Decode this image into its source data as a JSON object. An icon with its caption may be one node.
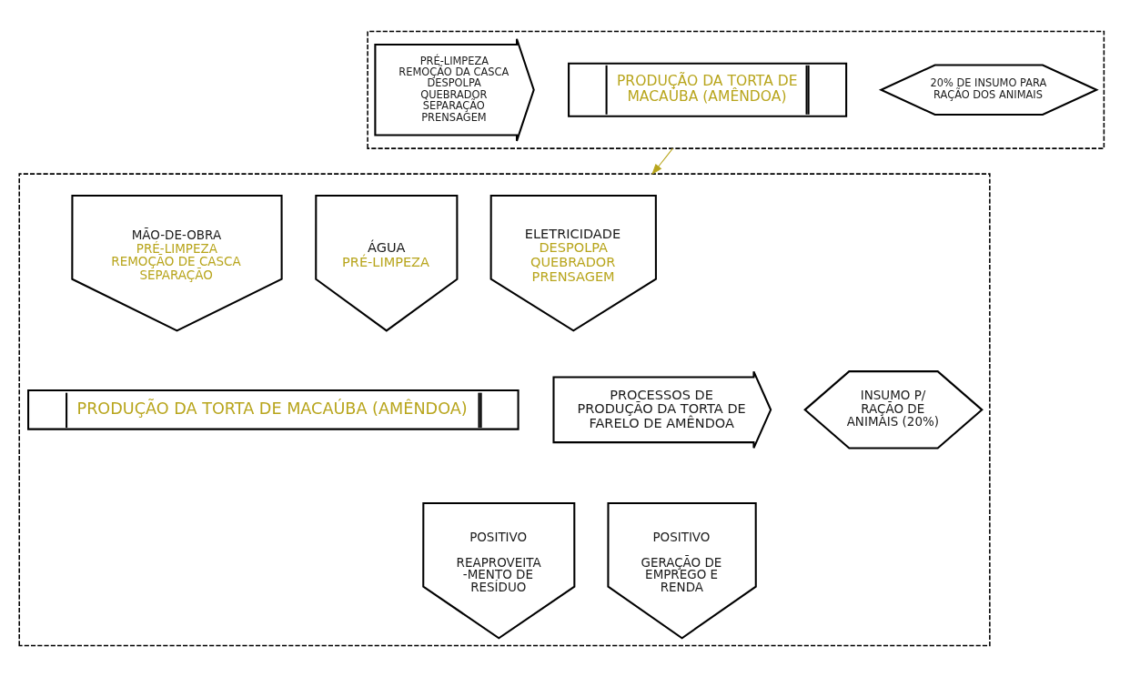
{
  "diagram": {
    "nodes": [
      {
        "text": [],
        "shape": "box"
      },
      {
        "text": [
          "PRÉ-LIMPEZA",
          "REMOÇÃO DA CASCA",
          "DESPOLPA",
          "QUEBRADOR",
          "SEPARAÇÃO",
          "PRENSAGEM"
        ],
        "in": 0
      },
      {
        "text": [
          "PRODUÇÃO DA TORTA DE MACAÚBA (AMÊNDOA)"
        ],
        "in": 0
      },
      {
        "text": [
          "20% DE INSUMO PARA RAÇÃO DOS ANIMAIS"
        ],
        "in": 0
      },
      {
        "text": [],
        "shape": "box"
      },
      {
        "text": [
          "ELETRICIDADE",
          "DESPOLPA QUEBRADOR PRENSAGEM"
        ],
        "in": 4
      },
      {
        "text": [
          "MÃO-DE-OBRA",
          "PRÉ-LIMPEZA REMOÇÃO DE CASCA SEPARAÇÃO"
        ],
        "in": 4
      },
      {
        "text": [
          "ÁGUA",
          "PRÉ-LIMPEZA"
        ],
        "in": 4
      },
      {
        "text": [
          "PROCESSOS DE PRODUÇÃO DA TORTA DE FARELO DE AMÊNDOA"
        ],
        "in": 4
      },
      {
        "text": [
          "PRODUÇÃO DA TORTA DE MACAÚBA (AMÊNDOA)"
        ],
        "in": 4
      },
      {
        "text": [
          "INSUMO P/ RAÇÃO DE ANIMAIS (20%)"
        ],
        "in": 4
      },
      {
        "text": [
          "POSITIVO",
          "REAPROVEITA -MENTO DE RESÍDUO"
        ],
        "in": 4
      },
      {
        "text": [
          "POSITIVO",
          "GERAÇÃO DE EMPREGO E RENDA"
        ],
        "in": 4
      }
    ],
    "edges": [
      {
        "from": 0,
        "to": 4,
        "arrow": "to",
        "color": "#b8a51c"
      }
    ]
  }
}
